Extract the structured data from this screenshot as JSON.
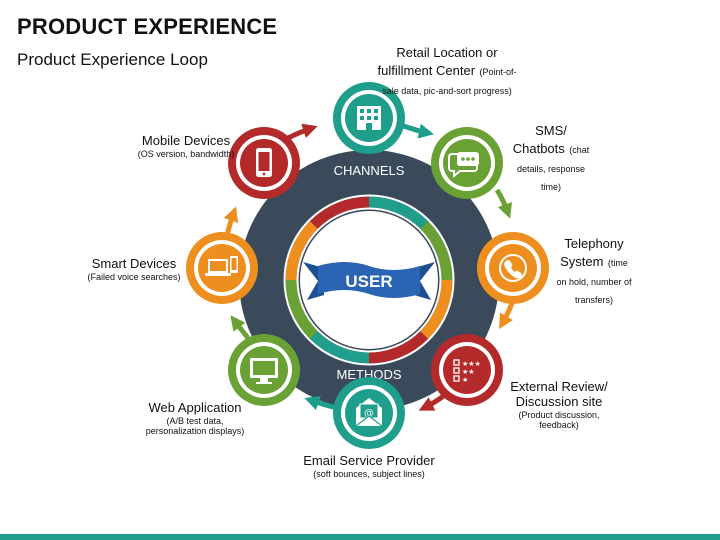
{
  "title": "PRODUCT EXPERIENCE",
  "subtitle": "Product Experience Loop",
  "center": {
    "label": "USER",
    "ring_top": "CHANNELS",
    "ring_bottom": "METHODS"
  },
  "colors": {
    "ring": "#3a4a5b",
    "teal": "#1f9e8c",
    "green": "#6aa135",
    "orange": "#ee8e1f",
    "red": "#b42a2a",
    "ribbon": "#2a64b2"
  },
  "nodes": [
    {
      "id": "retail",
      "icon": "building-icon",
      "color": "#1f9e8c",
      "label_main": "Retail Location or fulfillment Center",
      "label_detail": "(Point-of-sale data, pic-and-sort progress)"
    },
    {
      "id": "sms",
      "icon": "chat-bubble-icon",
      "color": "#6aa135",
      "label_main": "SMS/ Chatbots",
      "label_detail": "(chat details, response time)"
    },
    {
      "id": "telephony",
      "icon": "phone-icon",
      "color": "#ee8e1f",
      "label_main": "Telephony System",
      "label_detail": "(time on hold, number of transfers)"
    },
    {
      "id": "review",
      "icon": "rating-checklist-icon",
      "color": "#b42a2a",
      "label_main": "External Review/ Discussion site",
      "label_detail": "(Product discussion, feedback)"
    },
    {
      "id": "email",
      "icon": "envelope-icon",
      "color": "#1f9e8c",
      "label_main": "Email Service Provider",
      "label_detail": "(soft bounces, subject lines)"
    },
    {
      "id": "web",
      "icon": "monitor-icon",
      "color": "#6aa135",
      "label_main": "Web Application",
      "label_detail": "(A/B test data, personalization displays)"
    },
    {
      "id": "smart",
      "icon": "devices-icon",
      "color": "#ee8e1f",
      "label_main": "Smart Devices",
      "label_detail": "(Failed voice searches)"
    },
    {
      "id": "mobile",
      "icon": "smartphone-icon",
      "color": "#b42a2a",
      "label_main": "Mobile Devices",
      "label_detail": "(OS version, bandwidth)"
    }
  ]
}
